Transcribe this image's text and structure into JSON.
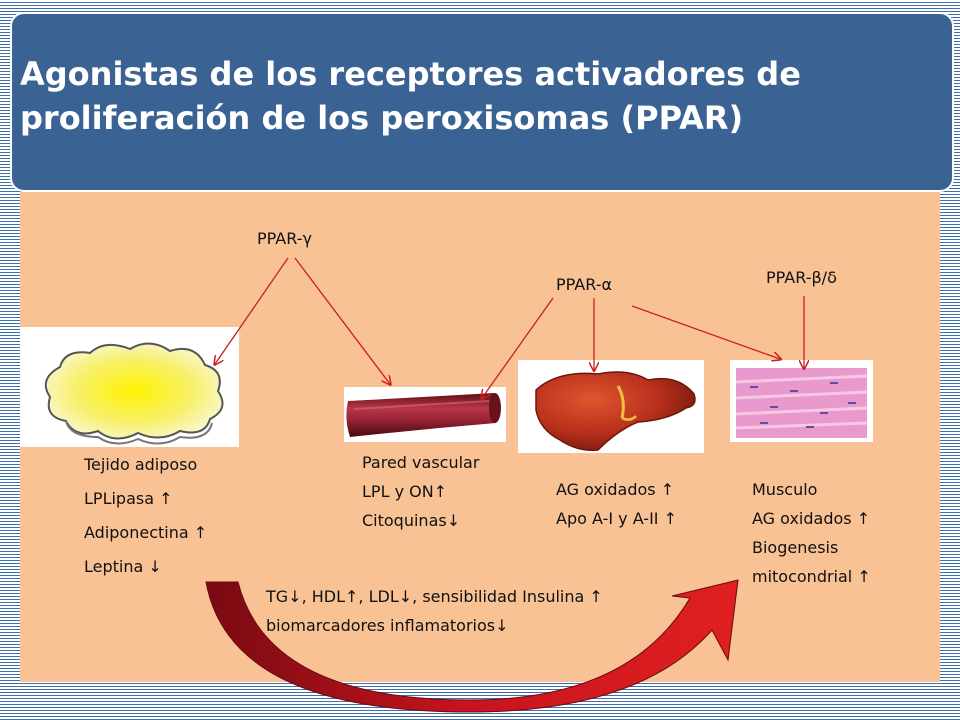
{
  "title": {
    "line1": "Agonistas de los receptores activadores de",
    "line2": "proliferación de los peroxisomas (PPAR)"
  },
  "receptors": {
    "gamma": "PPAR-γ",
    "alpha": "PPAR-α",
    "beta_delta": "PPAR-β/δ"
  },
  "tissues": {
    "adipose": [
      "Tejido adiposo",
      "LPLipasa ↑",
      "Adiponectina ↑",
      "Leptina ↓"
    ],
    "vascular": [
      "Pared vascular",
      "LPL  y ON↑",
      "Citoquinas↓"
    ],
    "liver": [
      "AG oxidados ↑",
      "Apo A-I y A-II ↑"
    ],
    "muscle": [
      "Musculo",
      "AG oxidados ↑",
      "Biogenesis",
      "mitocondrial ↑"
    ]
  },
  "effects": {
    "line1": "TG↓, HDL↑, LDL↓, sensibilidad Insulina ↑",
    "line2": "biomarcadores inflamatorios↓"
  },
  "colors": {
    "title_bg": "#3a6394",
    "panel_bg": "#f8c295",
    "arrow": "#cc1f1f",
    "curved_arrow": "#b3121e"
  },
  "icons": [
    "fat-cloud-icon",
    "blood-vessel-icon",
    "liver-icon",
    "muscle-tissue-icon"
  ]
}
